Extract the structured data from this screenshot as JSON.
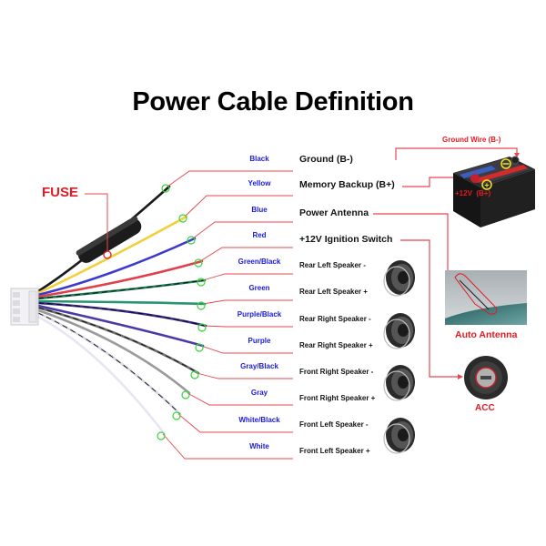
{
  "title": "Power Cable Definition",
  "fuse_label": "FUSE",
  "colors": {
    "callout_line": "#e8474f",
    "wire_label_text": "#1a1ad6",
    "accent_red": "#e31b23",
    "marker_green": "#39d43a"
  },
  "wires": [
    {
      "color_name": "Black",
      "function": "Ground (B-)",
      "wire_color": "#1a1a1a",
      "stripe": null
    },
    {
      "color_name": "Yellow",
      "function": "Memory Backup (B+)",
      "wire_color": "#f2d03b",
      "stripe": null
    },
    {
      "color_name": "Blue",
      "function": "Power Antenna",
      "wire_color": "#3a3ad0",
      "stripe": null
    },
    {
      "color_name": "Red",
      "function": "+12V Ignition Switch",
      "wire_color": "#e0404a",
      "stripe": null
    },
    {
      "color_name": "Green/Black",
      "function": "Rear Left Speaker -",
      "wire_color": "#1f7a55",
      "stripe": "#000000"
    },
    {
      "color_name": "Green",
      "function": "Rear Left Speaker +",
      "wire_color": "#2a9470",
      "stripe": null
    },
    {
      "color_name": "Purple/Black",
      "function": "Rear Right Speaker -",
      "wire_color": "#3a2e8c",
      "stripe": "#000000"
    },
    {
      "color_name": "Purple",
      "function": "Rear Right Speaker +",
      "wire_color": "#4a3aa8",
      "stripe": null
    },
    {
      "color_name": "Gray/Black",
      "function": "Front Right Speaker -",
      "wire_color": "#6e6e6e",
      "stripe": "#000000"
    },
    {
      "color_name": "Gray",
      "function": "Front Right Speaker +",
      "wire_color": "#9a9a9a",
      "stripe": null
    },
    {
      "color_name": "White/Black",
      "function": "Front Left Speaker -",
      "wire_color": "#d8d8e4",
      "stripe": "#000000"
    },
    {
      "color_name": "White",
      "function": "Front Left Speaker +",
      "wire_color": "#e6e6f2",
      "stripe": null
    }
  ],
  "battery": {
    "ground_wire_label": "Ground Wire (B-)",
    "positive_label": "+12V  (B+)",
    "negative_symbol": "−",
    "positive_symbol": "+"
  },
  "auto_antenna_label": "Auto Antenna",
  "acc_label": "ACC",
  "icons": {
    "speaker": "speaker-icon",
    "battery": "car-battery-icon",
    "antenna": "car-antenna-photo",
    "ignition": "ignition-switch-icon",
    "connector": "wire-harness-connector"
  }
}
